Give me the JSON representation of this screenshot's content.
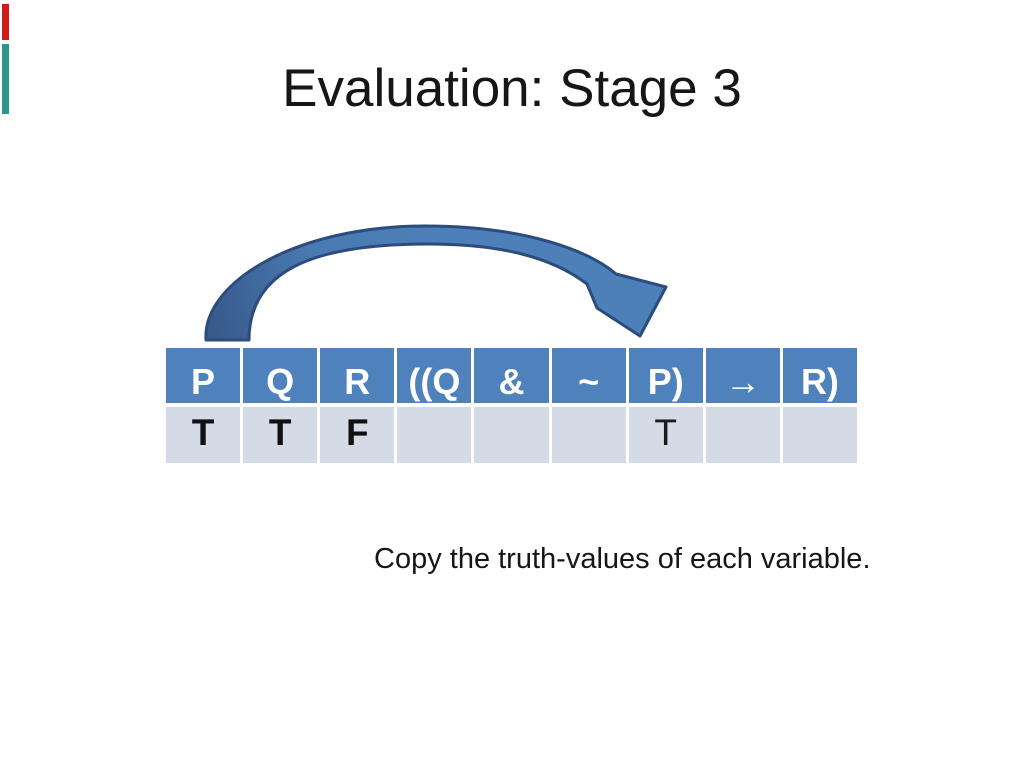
{
  "slide": {
    "title": "Evaluation: Stage 3",
    "caption": "Copy the truth-values of each variable."
  },
  "accent_bars": [
    {
      "name": "red-accent",
      "color": "#cf1b1b"
    },
    {
      "name": "teal-accent",
      "color": "#2e978b"
    }
  ],
  "table": {
    "headers": [
      "P",
      "Q",
      "R",
      "((Q",
      "&",
      "~",
      "P)",
      "→",
      "R)"
    ],
    "values": [
      "T",
      "T",
      "F",
      "",
      "",
      "",
      "T",
      "",
      ""
    ],
    "header_bg": "#4f81bd",
    "header_text_color": "#ffffff",
    "body_bg": "#d5dae7",
    "copied_cell_index": 6
  },
  "arrow": {
    "description": "curved block arrow from column P down to column P)",
    "fill": "#4a79b1",
    "fill_dark": "#38598a",
    "outline": "#2b4c7c"
  }
}
